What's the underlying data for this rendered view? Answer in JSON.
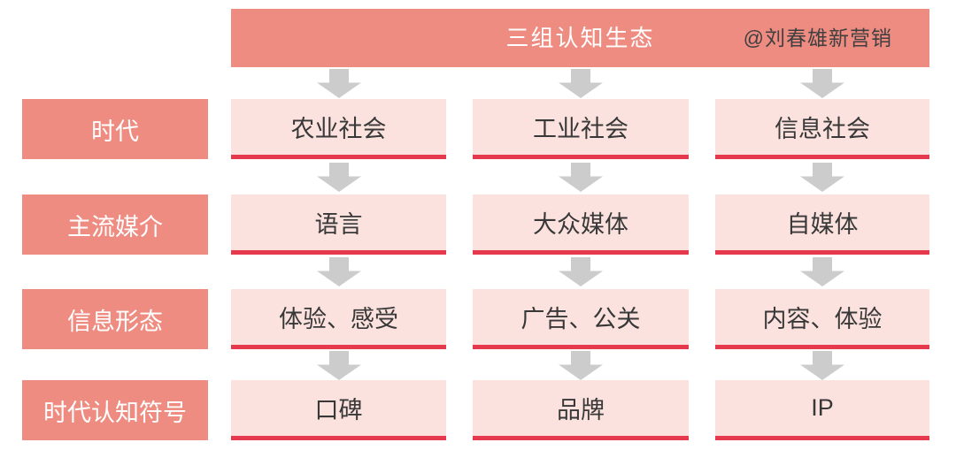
{
  "header": {
    "title": "三组认知生态",
    "credit": "@刘春雄新营销"
  },
  "rows": [
    {
      "label": "时代",
      "cells": [
        "农业社会",
        "工业社会",
        "信息社会"
      ]
    },
    {
      "label": "主流媒介",
      "cells": [
        "语言",
        "大众媒体",
        "自媒体"
      ]
    },
    {
      "label": "信息形态",
      "cells": [
        "体验、感受",
        "广告、公关",
        "内容、体验"
      ]
    },
    {
      "label": "时代认知符号",
      "cells": [
        "口碑",
        "品牌",
        "IP"
      ]
    }
  ],
  "colors": {
    "header_bg": "#ee8c82",
    "label_bg": "#ee8c82",
    "cell_bg": "#fbe2de",
    "cell_underline": "#e6394e",
    "arrow": "#cccccc",
    "title_text": "#ffffff",
    "credit_text": "#3f3f3f",
    "cell_text": "#383838"
  }
}
